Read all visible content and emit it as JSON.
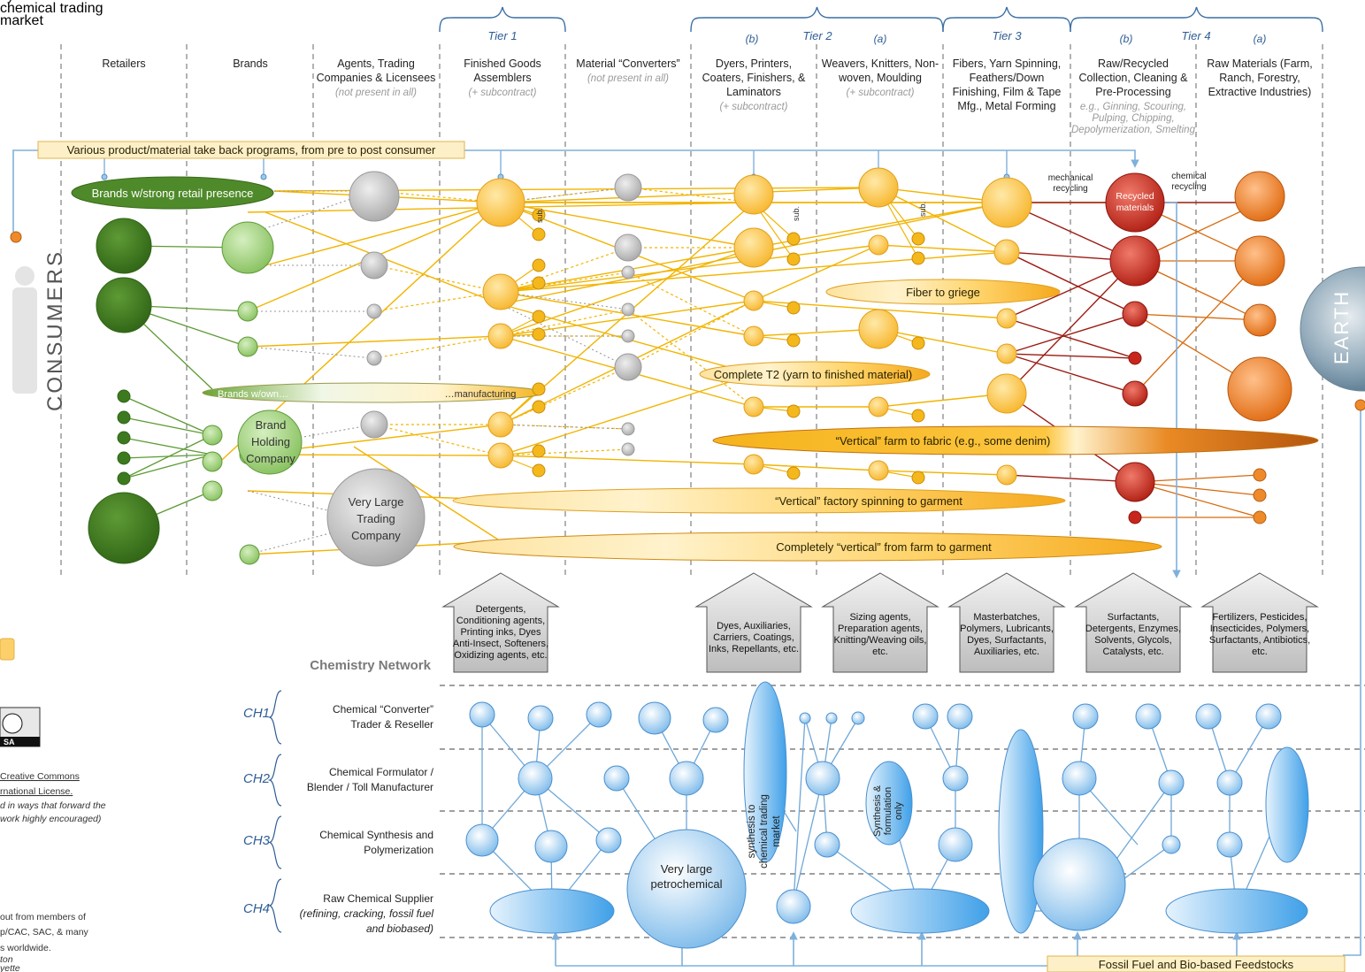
{
  "supply_chain": {
    "columns": [
      {
        "id": "retailers",
        "label_lines": [
          "Retailers"
        ],
        "sub": []
      },
      {
        "id": "brands",
        "label_lines": [
          "Brands"
        ],
        "sub": []
      },
      {
        "id": "agents",
        "label_lines": [
          "Agents, Trading",
          "Companies & Licensees"
        ],
        "sub": [
          "(not present in all)"
        ]
      },
      {
        "id": "finished",
        "label_lines": [
          "Finished Goods",
          "Assemblers"
        ],
        "sub": [
          "(+ subcontract)"
        ]
      },
      {
        "id": "converters",
        "label_lines": [
          "Material “Converters”"
        ],
        "sub": [
          "(not present in all)"
        ]
      },
      {
        "id": "dyers",
        "label_lines": [
          "Dyers, Printers,",
          "Coaters, Finishers, &",
          "Laminators"
        ],
        "sub": [
          "(+ subcontract)"
        ]
      },
      {
        "id": "weavers",
        "label_lines": [
          "Weavers, Knitters, Non-",
          "woven, Moulding"
        ],
        "sub": [
          "(+ subcontract)"
        ]
      },
      {
        "id": "fibers",
        "label_lines": [
          "Fibers, Yarn Spinning,",
          "Feathers/Down",
          "Finishing, Film & Tape",
          "Mfg., Metal Forming"
        ],
        "sub": []
      },
      {
        "id": "raw_recycled",
        "label_lines": [
          "Raw/Recycled",
          "Collection, Cleaning &",
          "Pre-Processing"
        ],
        "sub": [
          "e.g., Ginning, Scouring,",
          "Pulping, Chipping,",
          "Depolymerization, Smelting"
        ]
      },
      {
        "id": "raw_materials",
        "label_lines": [
          "Raw Materials (Farm,",
          "Ranch, Forestry,",
          "Extractive Industries)"
        ],
        "sub": []
      }
    ],
    "tiers": [
      {
        "label": "Tier 1",
        "a": "",
        "b": ""
      },
      {
        "label": "Tier 2",
        "a": "(a)",
        "b": "(b)"
      },
      {
        "label": "Tier 3",
        "a": "",
        "b": ""
      },
      {
        "label": "Tier 4",
        "a": "(a)",
        "b": "(b)"
      }
    ],
    "takeback_label": "Various product/material take back programs, from pre to post consumer",
    "brands_strong_retail": "Brands w/strong retail presence",
    "brands_own_left": "Brands w/own…",
    "brands_own_right": "…manufacturing",
    "brand_holding": [
      "Brand",
      "Holding",
      "Company"
    ],
    "very_large_trading": [
      "Very Large",
      "Trading",
      "Company"
    ],
    "sub_label": "sub.",
    "mechanical": [
      "mechanical",
      "recycling"
    ],
    "chemical": [
      "chemical",
      "recycling"
    ],
    "recycled": [
      "Recycled",
      "materials"
    ],
    "fiber_to_griege": "Fiber to griege",
    "complete_t2": "Complete T2 (yarn to finished material)",
    "vertical_farm_fabric": "“Vertical” farm to fabric (e.g., some denim)",
    "vertical_factory": "“Vertical” factory spinning to garment",
    "vertical_complete": "Completely “vertical” from farm to garment",
    "consumers": "CONSUMERS",
    "earth": "EARTH"
  },
  "chemistry": {
    "title": "Chemistry Network",
    "inputs": [
      [
        "Detergents,",
        "Conditioning agents,",
        "Printing inks, Dyes",
        "Anti-Insect, Softeners,",
        "Oxidizing agents, etc."
      ],
      [
        "Dyes, Auxiliaries,",
        "Carriers, Coatings,",
        "Inks, Repellants, etc."
      ],
      [
        "Sizing agents,",
        "Preparation agents,",
        "Knitting/Weaving oils,",
        "etc."
      ],
      [
        "Masterbatches,",
        "Polymers, Lubricants,",
        "Dyes, Surfactants,",
        "Auxiliaries, etc."
      ],
      [
        "Surfactants,",
        "Detergents, Enzymes,",
        "Solvents, Glycols,",
        "Catalysts, etc."
      ],
      [
        "Fertilizers, Pesticides,",
        "Insecticides, Polymers,",
        "Surfactants, Antibiotics,",
        "etc."
      ]
    ],
    "rows": [
      {
        "tag": "CH1",
        "lines": [
          "Chemical “Converter”",
          "Trader & Reseller"
        ],
        "italic": []
      },
      {
        "tag": "CH2",
        "lines": [
          "Chemical Formulator /",
          "Blender / Toll Manufacturer"
        ],
        "italic": []
      },
      {
        "tag": "CH3",
        "lines": [
          "Chemical Synthesis and",
          "Polymerization"
        ],
        "italic": []
      },
      {
        "tag": "CH4",
        "lines": [
          "Raw Chemical Supplier"
        ],
        "italic": [
          "(refining, cracking, fossil fuel",
          "and biobased)"
        ]
      }
    ],
    "synthesis_market": [
      "synthesis to",
      "chemical trading",
      "market"
    ],
    "synthesis_formulation": [
      "Synthesis &",
      "formulation",
      "only"
    ],
    "very_large_petro": [
      "Very large",
      "petrochemical"
    ],
    "feedstocks": "Fossil Fuel and Bio-based Feedstocks"
  },
  "side_notes": {
    "cc_line1": "Creative Commons",
    "cc_line2": "rnational License.",
    "cc_note1": "d in ways that forward the",
    "cc_note2": "work highly encouraged)",
    "input1": "out from members of",
    "input2": "p/CAC, SAC, & many",
    "input3": "s worldwide.",
    "tiny1": "ton",
    "tiny2": "yette",
    "cc_badge": "SA"
  },
  "colors": {
    "green_dark": "#3f7a1f",
    "green_light": "#9fd07a",
    "gray": "#c8c8c8",
    "yellow": "#ffc94a",
    "orange": "#ef8a2a",
    "red": "#c8261c",
    "blue": "#8ec6ef",
    "line_blue": "#7fb0dc",
    "gold_line": "#f2b400",
    "darkred_line": "#9a1b12"
  }
}
